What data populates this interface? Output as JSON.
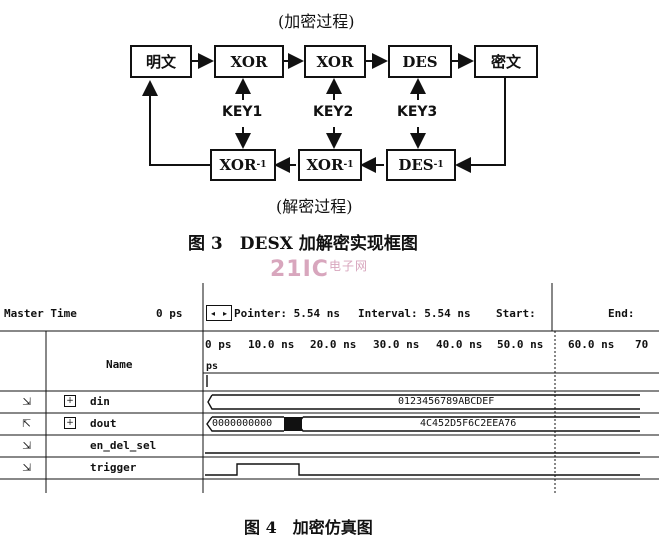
{
  "fig3": {
    "encrypt_label": "(加密过程)",
    "decrypt_label": "(解密过程)",
    "plaintext": "明文",
    "xor1": "XOR",
    "xor2": "XOR",
    "des": "DES",
    "ciphertext": "密文",
    "key1": "KEY1",
    "key2": "KEY2",
    "key3": "KEY3",
    "xor_inv_a": "XOR",
    "xor_inv_b": "XOR",
    "des_inv": "DES",
    "inv_sup": "-1",
    "caption": "图 3　DESX 加解密实现框图"
  },
  "watermark": {
    "main": "21IC",
    "sub": "电子网"
  },
  "fig4": {
    "master_time_label": "Master Time",
    "master_time_value": "0 ps",
    "pointer": "Pointer: 5.54 ns",
    "interval": "Interval: 5.54 ns",
    "start": "Start:",
    "end": "End:",
    "name_header": "Name",
    "time_ticks": [
      "0 ps",
      "10.0 ns",
      "20.0 ns",
      "30.0 ns",
      "40.0 ns",
      "50.0 ns",
      "60.0 ns",
      "70"
    ],
    "cursor_label": "ps",
    "signals": [
      {
        "name": "din",
        "expand": "+",
        "value": "0123456789ABCDEF"
      },
      {
        "name": "dout",
        "expand": "+",
        "value_a": "0000000000",
        "value_b": "4C452D5F6C2EEA76"
      },
      {
        "name": "en_del_sel"
      },
      {
        "name": "trigger"
      }
    ],
    "caption": "图 4　加密仿真图"
  }
}
